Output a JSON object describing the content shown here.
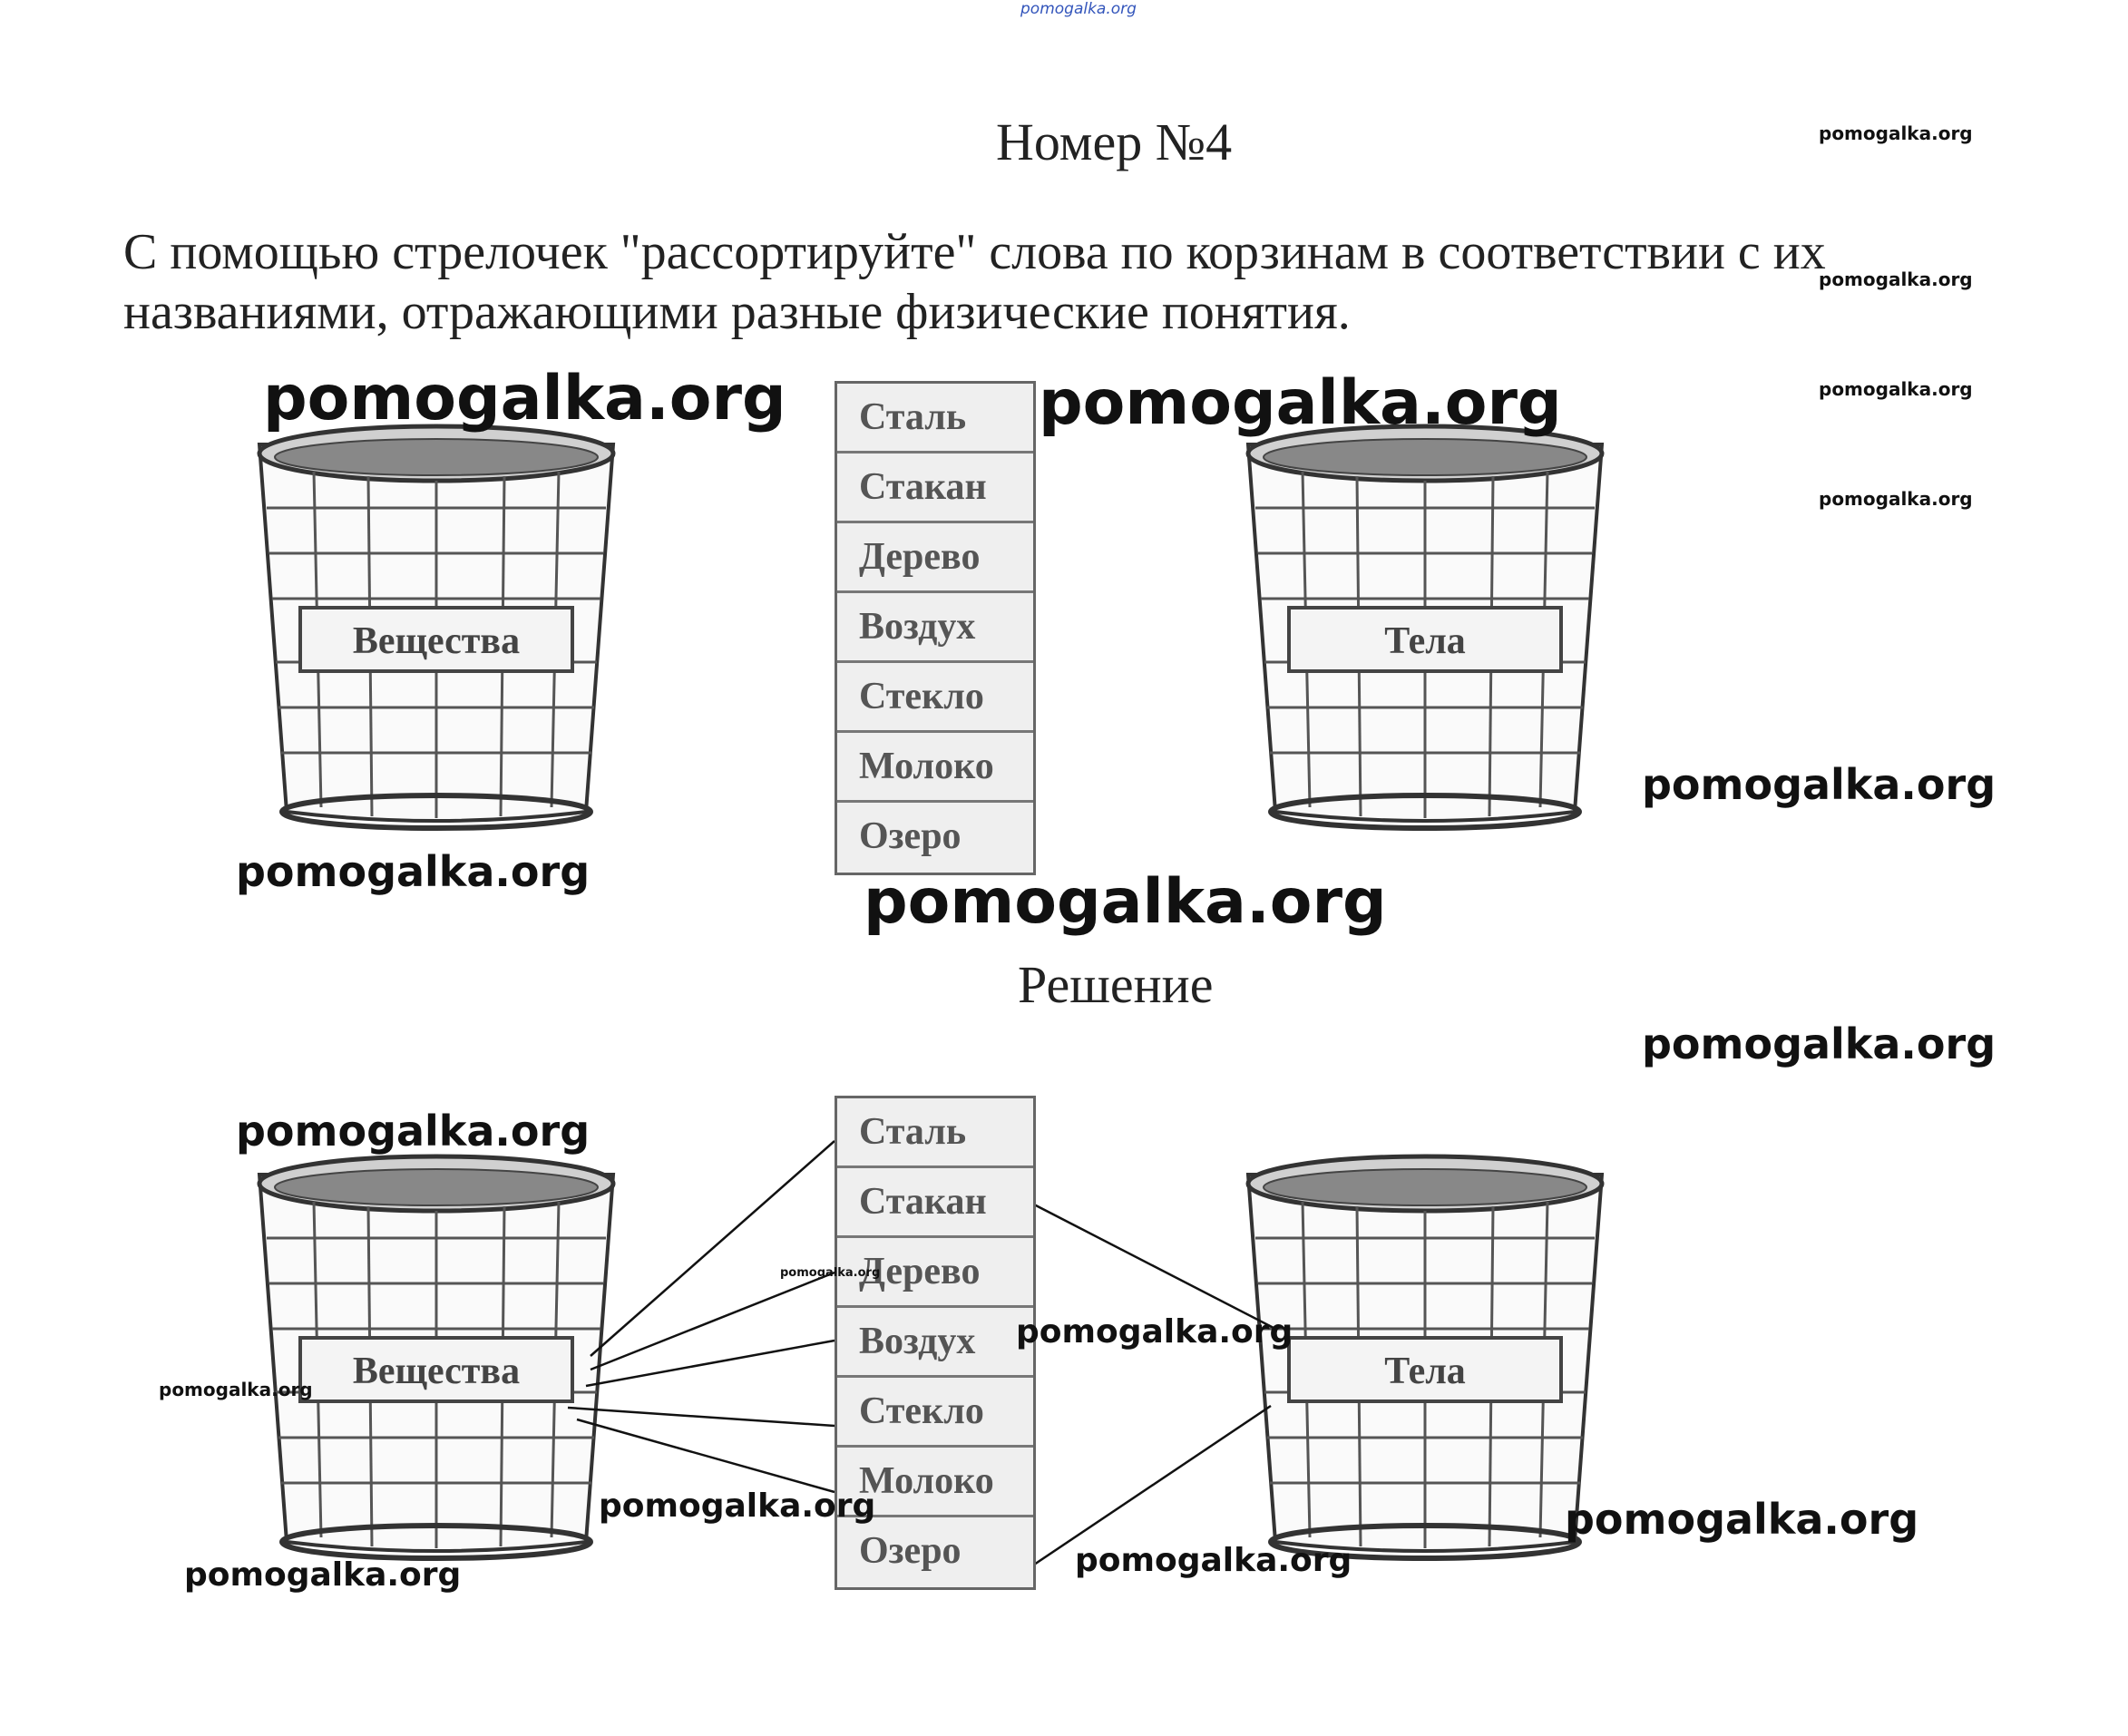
{
  "top_watermark": "pomogalka.org",
  "title": "Номер №4",
  "task_text": "С помощью стрелочек \"рассортируйте\" слова по корзинам в соответствии с их названиями, отражающими разные физические понятия.",
  "solution_heading": "Решение",
  "baskets": {
    "left_label": "Вещества",
    "right_label": "Тела"
  },
  "words": [
    "Сталь",
    "Стакан",
    "Дерево",
    "Воздух",
    "Стекло",
    "Молоко",
    "Озеро"
  ],
  "solution_links": {
    "substances": [
      "Сталь",
      "Дерево",
      "Воздух",
      "Стекло",
      "Молоко"
    ],
    "bodies": [
      "Стакан",
      "Озеро"
    ]
  },
  "watermark": "pomogalka.org",
  "colors": {
    "ink": "#111111",
    "box_border": "#666666",
    "box_fill": "#efefef"
  }
}
